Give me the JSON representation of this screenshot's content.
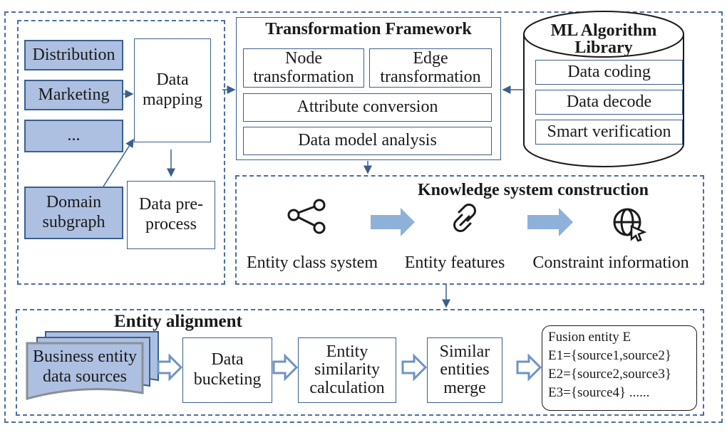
{
  "sources": {
    "distribution": "Distribution",
    "marketing": "Marketing",
    "more": "...",
    "domain_subgraph": "Domain subgraph"
  },
  "data_mapping": "Data mapping",
  "data_preprocess": "Data pre-process",
  "framework": {
    "title": "Transformation Framework",
    "node": "Node transformation",
    "edge": "Edge transformation",
    "attribute": "Attribute conversion",
    "model": "Data model analysis"
  },
  "ml_library": {
    "title": "ML Algorithm Library",
    "coding": "Data coding",
    "decode": "Data decode",
    "verification": "Smart verification"
  },
  "knowledge": {
    "title": "Knowledge system construction",
    "class_system": "Entity class system",
    "features": "Entity features",
    "constraint": "Constraint information"
  },
  "alignment": {
    "title": "Entity alignment",
    "business_sources": "Business entity data sources",
    "bucketing": "Data bucketing",
    "similarity": "Entity similarity calculation",
    "merge": "Similar entities merge",
    "fusion": {
      "title": "Fusion entity E",
      "e1": "E1={source1,source2}",
      "e2": "E2={source2,source3}",
      "e3": "E3={source4} ......"
    }
  },
  "colors": {
    "border": "#3a5f8e",
    "fill": "#adc0e1",
    "arrow": "#8eb1d9"
  },
  "icons": [
    "share-icon",
    "link-icon",
    "globe-cursor-icon"
  ]
}
